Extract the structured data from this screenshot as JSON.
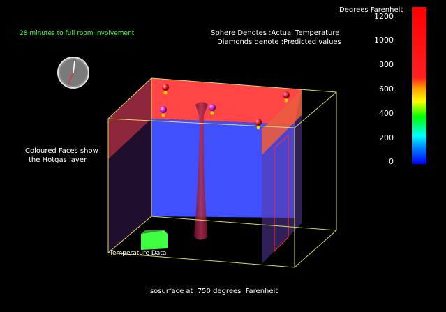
{
  "status": {
    "time_to_involvement": "28 minutes to full room involvement"
  },
  "legend": {
    "sphere_line": "Sphere Denotes :Actual Temperature",
    "diamond_line": "Diamonds denote :Predicted values"
  },
  "faces_note": {
    "line1": "Coloured Faces show",
    "line2": "the Hotgas layer"
  },
  "scene": {
    "temperature_data_label": "Temperature Data"
  },
  "footer": {
    "isosurface_caption": "Isosurface at  750 degrees  Farenheit"
  },
  "color_scale": {
    "title": "Degrees Farenheit",
    "ticks": [
      "1200",
      "1000",
      "800",
      "600",
      "400",
      "200",
      "0"
    ]
  },
  "colors": {
    "status_text": "#33ff33",
    "hot_layer": "#ff4040",
    "cool_layer": "#4050ff",
    "box_edges": "#d8d860",
    "isosurface": "#a02040",
    "data_block": "#40ff40"
  }
}
